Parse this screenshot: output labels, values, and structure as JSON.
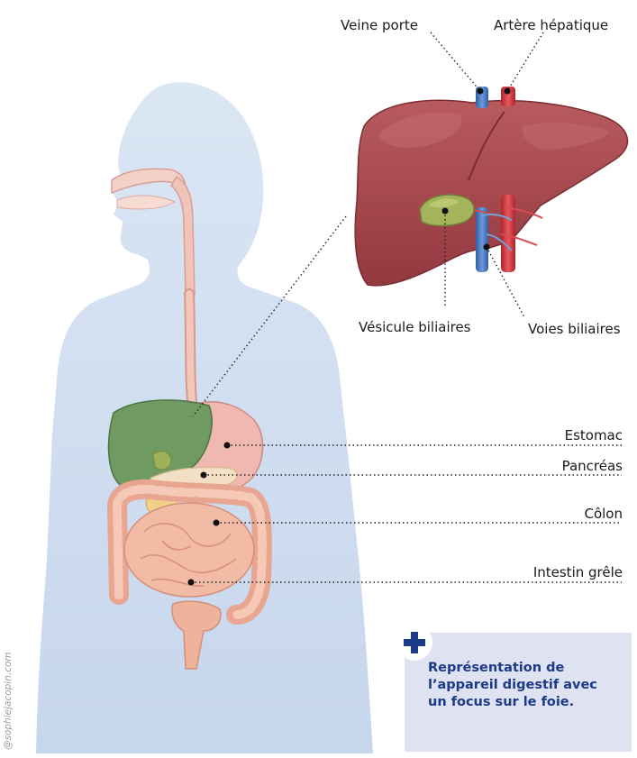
{
  "labels": {
    "veine_porte": "Veine porte",
    "artere_hepatique": "Artère hépatique",
    "vesicule_biliaire": "Vésicule biliaires",
    "voies_biliaires": "Voies biliaires",
    "estomac": "Estomac",
    "pancreas": "Pancréas",
    "colon": "Côlon",
    "intestin_grele": "Intestin grêle"
  },
  "caption": "Représentation de l’appareil digestif avec un focus sur le foie.",
  "credit": "@sophiejacopin.com",
  "colors": {
    "body_silhouette": "#c9d8ec",
    "liver": "#a9484e",
    "gallbladder": "#a4b45a",
    "portal_vein": "#3d6fb8",
    "hepatic_artery": "#d2343c",
    "intestine": "#f0b8a2",
    "caption_text": "#1c3a8a",
    "caption_box": "#dfe3f1"
  }
}
